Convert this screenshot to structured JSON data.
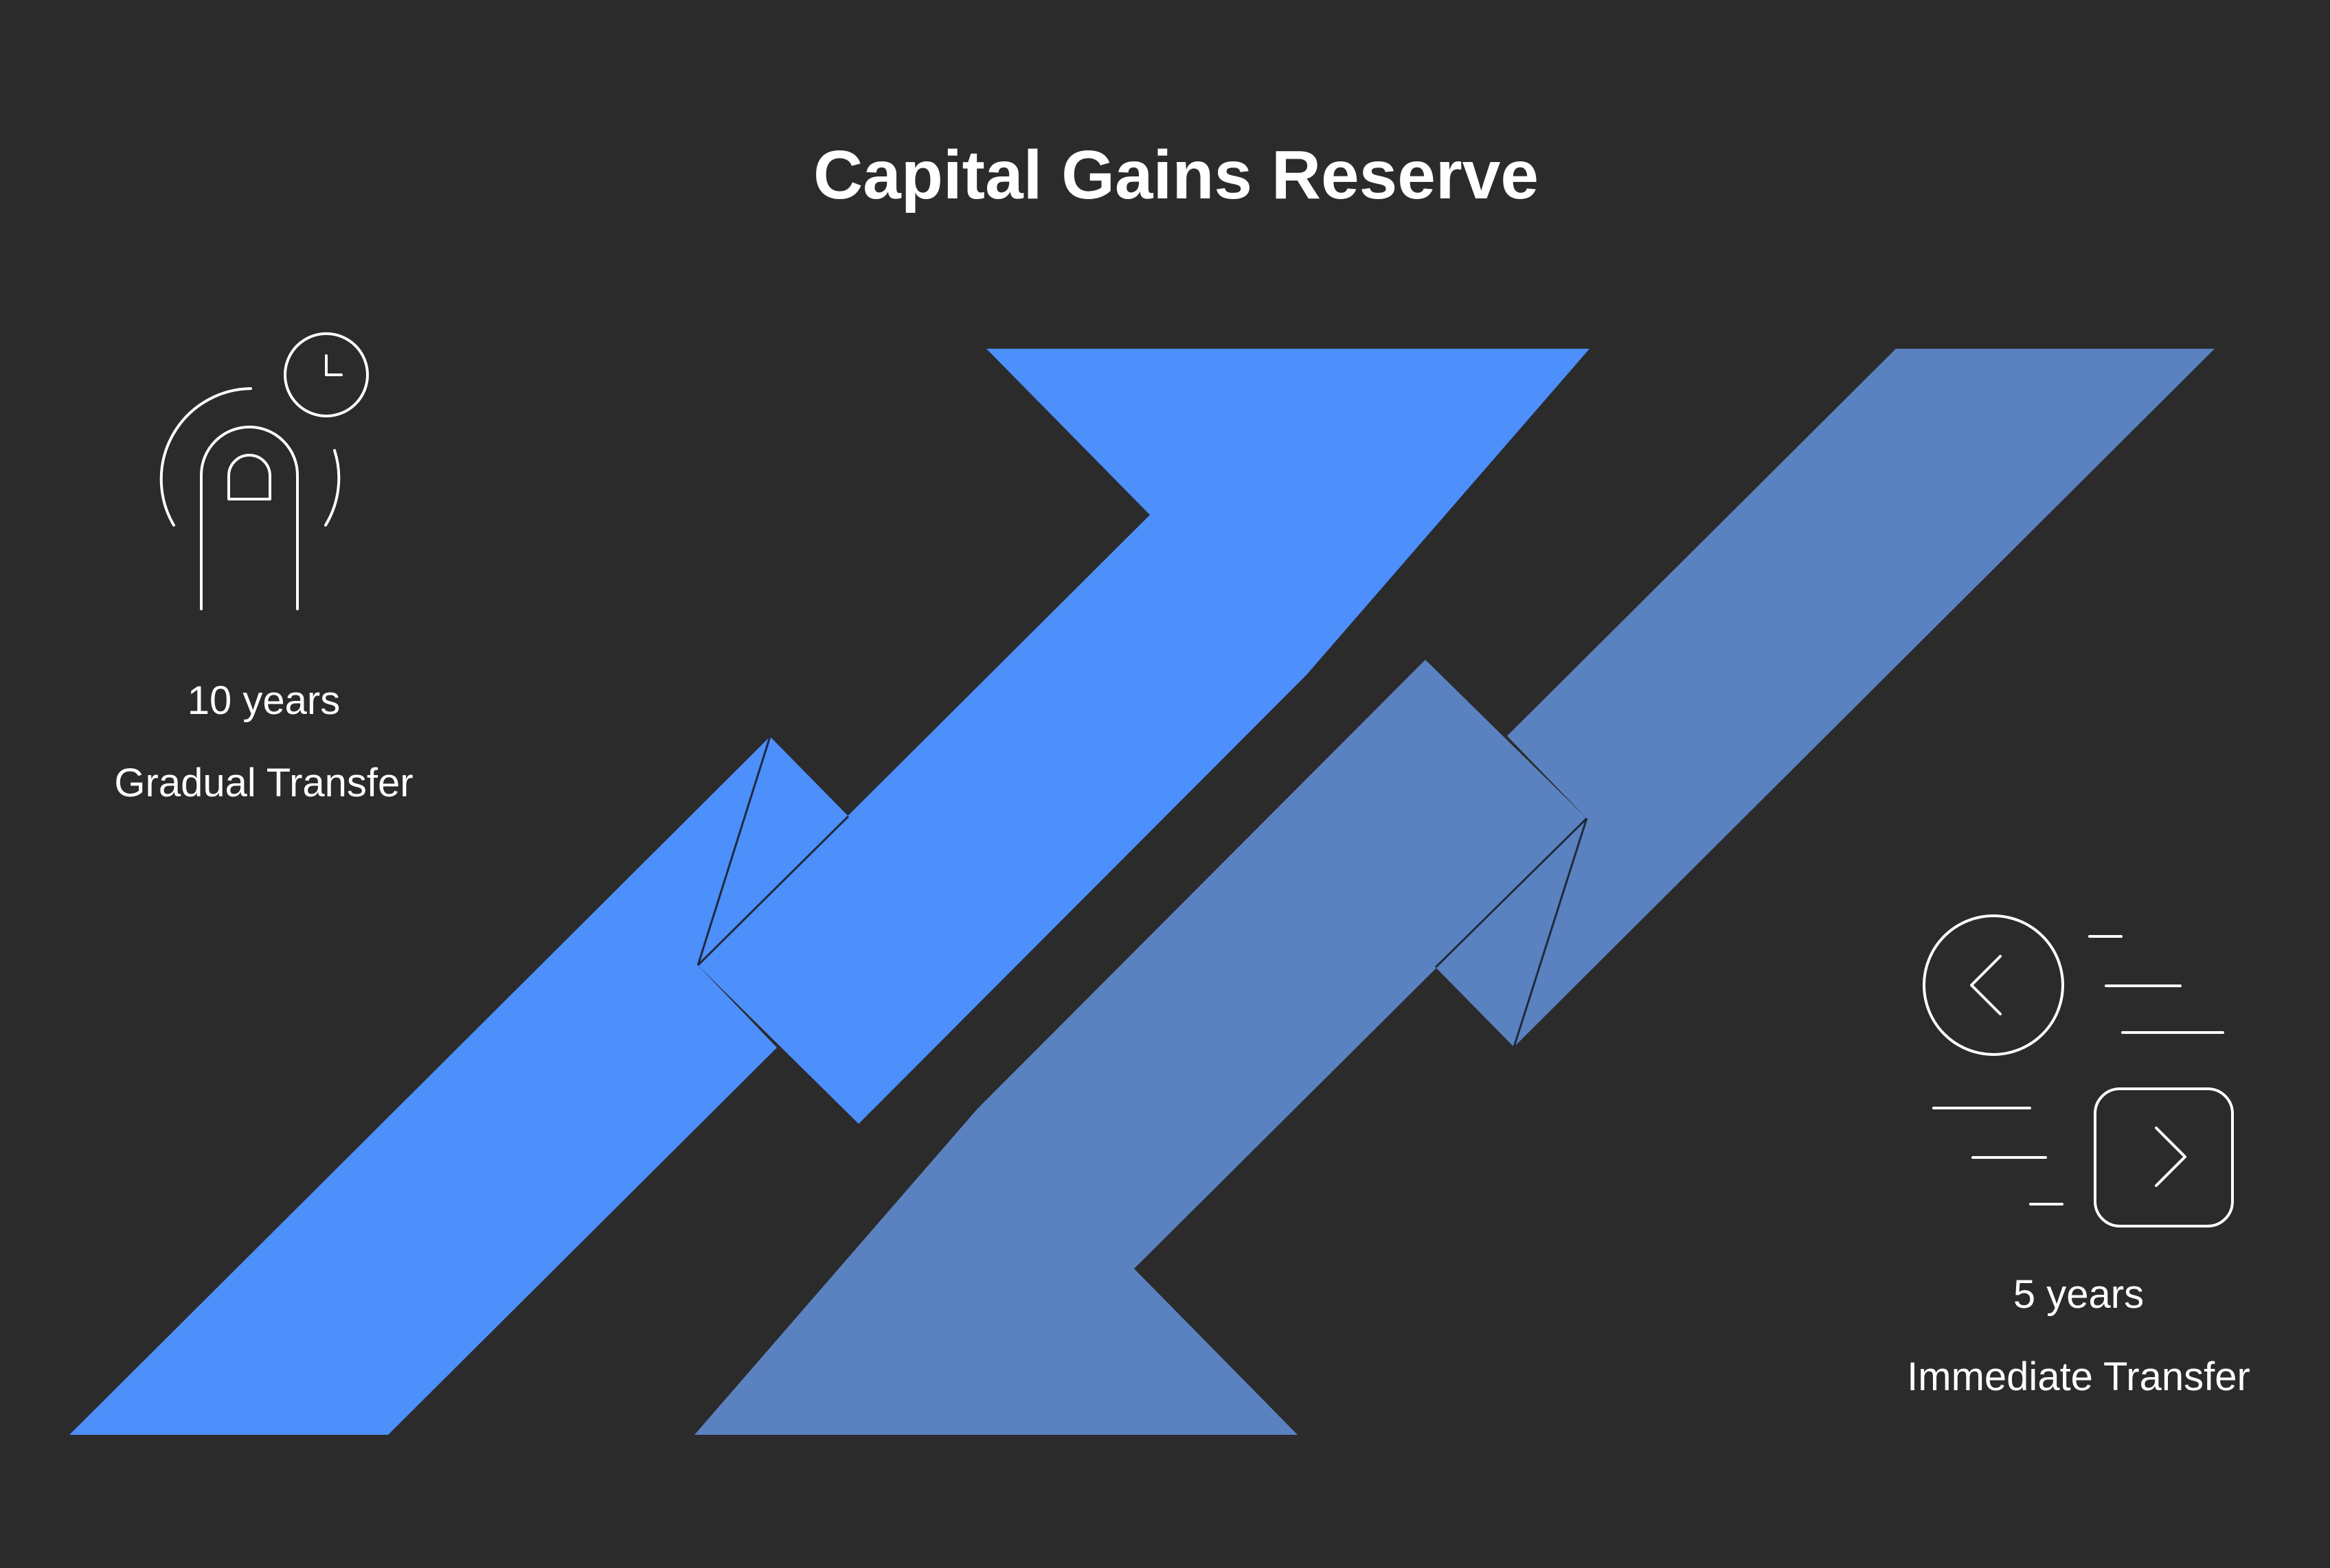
{
  "title": "Capital Gains Reserve",
  "left_option": {
    "duration": "10 years",
    "label": "Gradual Transfer",
    "icon": "touch-with-clock-icon"
  },
  "right_option": {
    "duration": "5 years",
    "label": "Immediate Transfer",
    "icon": "back-forward-arrows-icon"
  },
  "colors": {
    "background": "#2b2b2c",
    "bright_arrow": "#4d8ffb",
    "muted_arrow": "#5b82c0",
    "text": "#ffffff",
    "icon_stroke": "#ffffff",
    "fold_line": "#1f2a3c"
  }
}
